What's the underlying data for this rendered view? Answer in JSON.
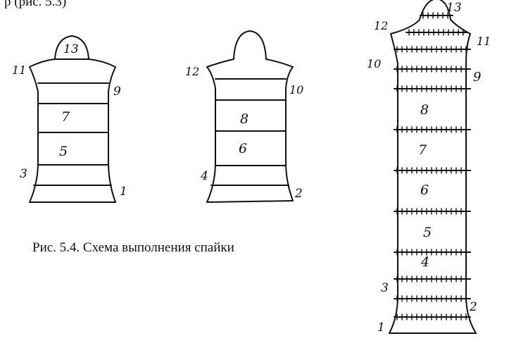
{
  "caption": "Рис. 5.4. Схема выполнения спайки",
  "top_fragment": "р (рис. 5.3)",
  "figures": {
    "left": {
      "labels": {
        "top": "13",
        "shoulder_left": "11",
        "shoulder_right": "9",
        "band_upper": "7",
        "band_lower": "5",
        "side_left": "3",
        "bottom_right": "1"
      }
    },
    "middle": {
      "labels": {
        "top": "",
        "shoulder_left": "12",
        "shoulder_right": "10",
        "band_upper": "8",
        "band_lower": "6",
        "side_left": "4",
        "bottom_right": "2"
      }
    },
    "right": {
      "labels": {
        "top": "13",
        "neck_left": "12",
        "neck_right": "11",
        "shoulder_left": "10",
        "shoulder_right": "9",
        "b8": "8",
        "b7": "7",
        "b6": "6",
        "b5": "5",
        "b4": "4",
        "side_left": "3",
        "side_right": "2",
        "bottom_left": "1"
      }
    }
  }
}
